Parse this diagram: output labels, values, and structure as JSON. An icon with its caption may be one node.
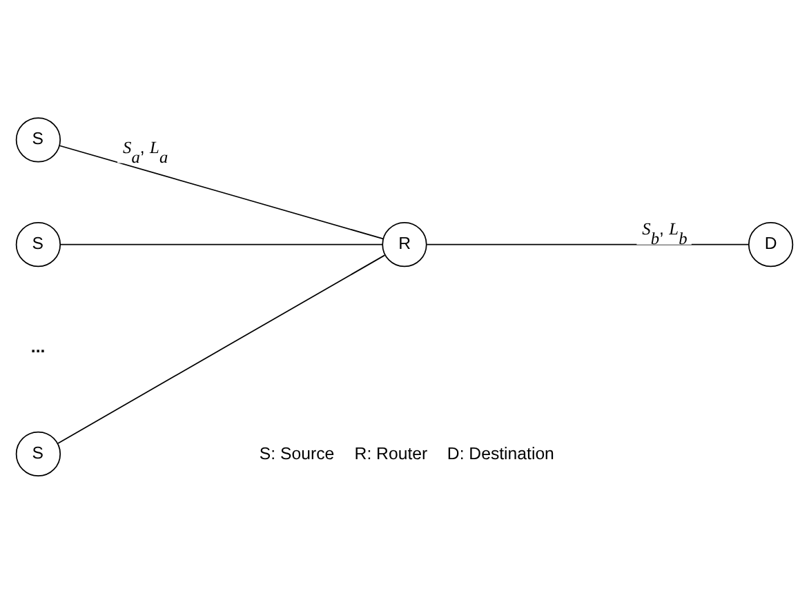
{
  "diagram": {
    "nodes": [
      {
        "text": [
          "S"
        ]
      },
      {
        "text": [
          "S"
        ]
      },
      {
        "text": [
          "S"
        ]
      },
      {
        "text": [
          "R"
        ]
      },
      {
        "text": [
          "D"
        ]
      }
    ],
    "edges": [
      {
        "from": 0,
        "to": 3,
        "arrow": "none",
        "label": "*S*$_{a}$, *L*$_{a}$"
      },
      {
        "from": 1,
        "to": 3,
        "arrow": "none"
      },
      {
        "from": 2,
        "to": 3,
        "arrow": "none"
      },
      {
        "from": 3,
        "to": 4,
        "arrow": "none",
        "label": "*S*$_{b}$, *L*$_{b}$"
      }
    ],
    "labels": [
      "...",
      "S: Source",
      "R: Router",
      "D: Destination"
    ]
  }
}
